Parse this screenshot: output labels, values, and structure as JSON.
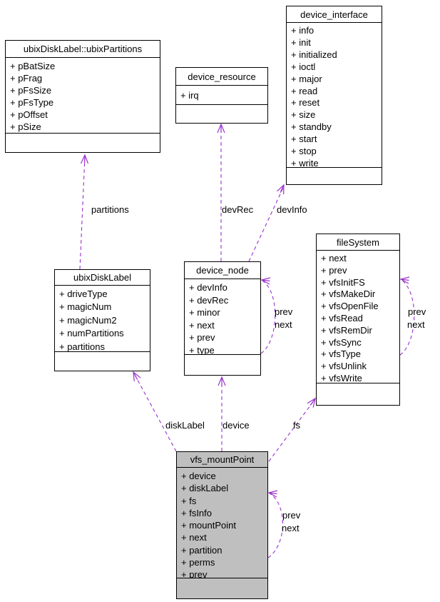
{
  "classes": {
    "ubix_partitions": {
      "name": "ubixDiskLabel::ubixPartitions",
      "fields": [
        "+ pBatSize",
        "+ pFrag",
        "+ pFsSize",
        "+ pFsType",
        "+ pOffset",
        "+ pSize"
      ]
    },
    "device_resource": {
      "name": "device_resource",
      "fields": [
        "+ irq"
      ]
    },
    "device_interface": {
      "name": "device_interface",
      "fields": [
        "+ info",
        "+ init",
        "+ initialized",
        "+ ioctl",
        "+ major",
        "+ read",
        "+ reset",
        "+ size",
        "+ standby",
        "+ start",
        "+ stop",
        "+ write"
      ]
    },
    "ubix_disk_label": {
      "name": "ubixDiskLabel",
      "fields": [
        "+ driveType",
        "+ magicNum",
        "+ magicNum2",
        "+ numPartitions",
        "+ partitions"
      ]
    },
    "device_node": {
      "name": "device_node",
      "fields": [
        "+ devInfo",
        "+ devRec",
        "+ minor",
        "+ next",
        "+ prev",
        "+ type"
      ]
    },
    "file_system": {
      "name": "fileSystem",
      "fields": [
        "+ next",
        "+ prev",
        "+ vfsInitFS",
        "+ vfsMakeDir",
        "+ vfsOpenFile",
        "+ vfsRead",
        "+ vfsRemDir",
        "+ vfsSync",
        "+ vfsType",
        "+ vfsUnlink",
        "+ vfsWrite"
      ]
    },
    "vfs_mount_point": {
      "name": "vfs_mountPoint",
      "fields": [
        "+ device",
        "+ diskLabel",
        "+ fs",
        "+ fsInfo",
        "+ mountPoint",
        "+ next",
        "+ partition",
        "+ perms",
        "+ prev"
      ]
    }
  },
  "edges": {
    "partitions_label": "partitions",
    "devrec_label": "devRec",
    "devinfo_label": "devInfo",
    "disklabel_label": "diskLabel",
    "device_label": "device",
    "fs_label": "fs",
    "device_node_loop": {
      "prev": "prev",
      "next": "next"
    },
    "file_system_loop": {
      "prev": "prev",
      "next": "next"
    },
    "vfs_loop": {
      "prev": "prev",
      "next": "next"
    }
  },
  "colors": {
    "edge": "#9a32cd",
    "node_fill": "#ffffff",
    "focus_fill": "#bfbfbf",
    "border": "#000000"
  }
}
